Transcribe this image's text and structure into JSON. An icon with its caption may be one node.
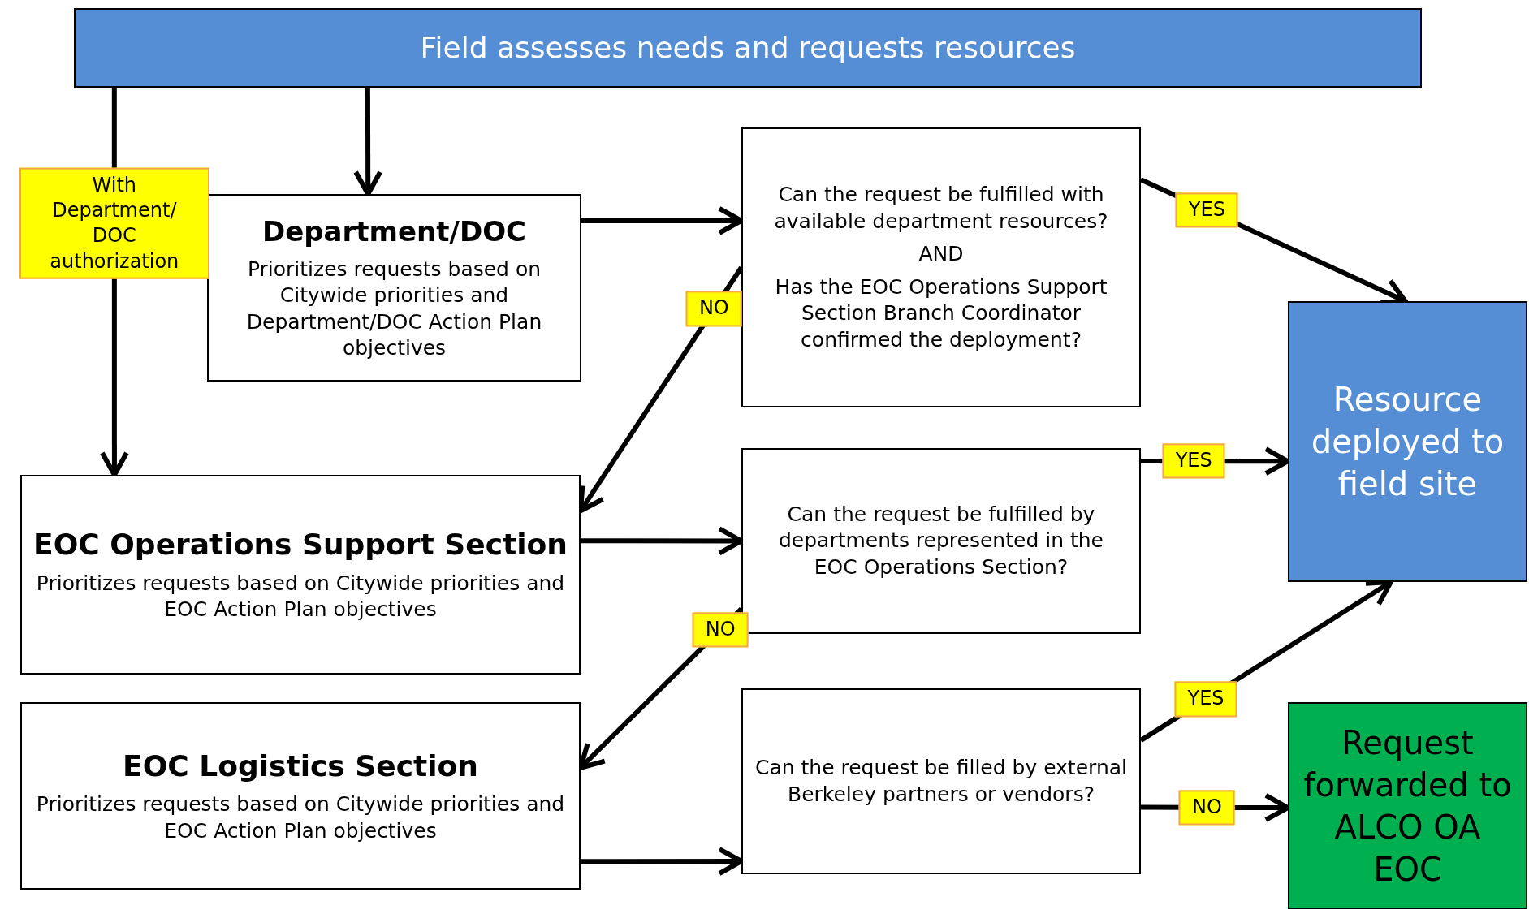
{
  "diagram": {
    "nodes": [
      {
        "text": [
          "Field assesses needs and requests resources"
        ]
      },
      {
        "text": [
          "Department/DOC",
          "Prioritizes requests based on Citywide priorities and Department/DOC Action Plan objectives"
        ]
      },
      {
        "text": [
          "Can the request be fulfilled with available department resources?",
          "AND",
          "Has the EOC Operations Support Section Branch Coordinator confirmed the deployment?"
        ]
      },
      {
        "text": [
          "EOC Operations Support Section",
          "Prioritizes requests based on Citywide priorities and EOC Action Plan objectives"
        ]
      },
      {
        "text": [
          "Can the request be fulfilled by departments represented in the EOC Operations Section?"
        ]
      },
      {
        "text": [
          "EOC Logistics Section",
          "Prioritizes requests based on Citywide priorities and EOC Action Plan objectives"
        ]
      },
      {
        "text": [
          "Can the request be filled by external Berkeley partners or vendors?"
        ]
      },
      {
        "text": [
          "Resource deployed to field site"
        ]
      },
      {
        "text": [
          "Request forwarded to ALCO OA EOC"
        ]
      }
    ],
    "edges": [
      {
        "from": 0,
        "to": 1,
        "arrow": "to"
      },
      {
        "from": 0,
        "to": 3,
        "arrow": "to",
        "label": "With Department/ DOC authorization"
      },
      {
        "from": 1,
        "to": 2,
        "arrow": "to"
      },
      {
        "from": 2,
        "to": 7,
        "arrow": "to",
        "label": "YES"
      },
      {
        "from": 2,
        "to": 3,
        "arrow": "to",
        "label": "NO"
      },
      {
        "from": 3,
        "to": 4,
        "arrow": "to"
      },
      {
        "from": 4,
        "to": 7,
        "arrow": "to",
        "label": "YES"
      },
      {
        "from": 4,
        "to": 5,
        "arrow": "to",
        "label": "NO"
      },
      {
        "from": 5,
        "to": 6,
        "arrow": "to"
      },
      {
        "from": 6,
        "to": 7,
        "arrow": "to",
        "label": "YES"
      },
      {
        "from": 6,
        "to": 8,
        "arrow": "to",
        "label": "NO"
      }
    ]
  }
}
